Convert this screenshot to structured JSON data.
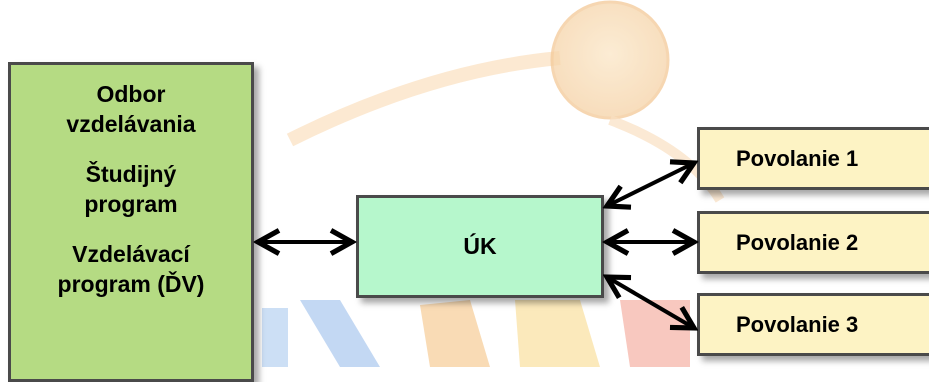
{
  "diagram": {
    "left_box": {
      "line1": "Odbor",
      "line2": "vzdelávania",
      "line3": "Študijný",
      "line4": "program",
      "line5": "Vzdelávací",
      "line6": "program (ĎV)"
    },
    "center_box": {
      "label": "ÚK"
    },
    "right_boxes": [
      {
        "label": "Povolanie 1"
      },
      {
        "label": "Povolanie 2"
      },
      {
        "label": "Povolanie 3"
      }
    ]
  },
  "colors": {
    "left_fill": "#b5db83",
    "center_fill": "#b6f7cc",
    "right_fill": "#fdf3c4",
    "border": "#4a4a4a",
    "arrow": "#000000",
    "watermark_orange": "#f6c27a",
    "watermark_blue": "#a8c8f0"
  }
}
